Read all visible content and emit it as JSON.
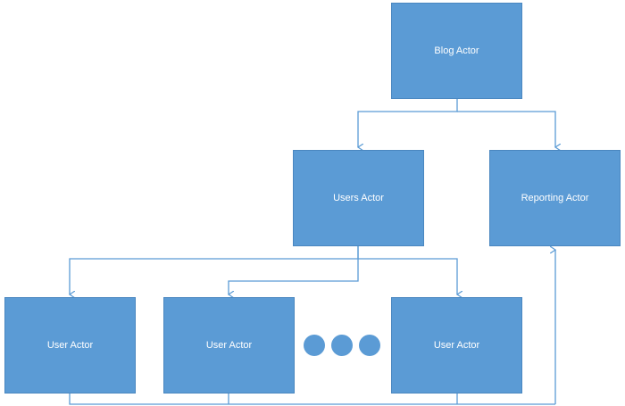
{
  "diagram": {
    "nodes": {
      "blog": {
        "label": "Blog Actor"
      },
      "users": {
        "label": "Users Actor"
      },
      "reporting": {
        "label": "Reporting Actor"
      },
      "user1": {
        "label": "User Actor"
      },
      "user2": {
        "label": "User Actor"
      },
      "user3": {
        "label": "User Actor"
      }
    },
    "edges": [
      {
        "from": "Blog Actor",
        "to": "Users Actor"
      },
      {
        "from": "Blog Actor",
        "to": "Reporting Actor"
      },
      {
        "from": "Users Actor",
        "to": "User Actor"
      },
      {
        "from": "Users Actor",
        "to": "User Actor"
      },
      {
        "from": "Users Actor",
        "to": "User Actor"
      },
      {
        "from": "User Actor",
        "to": "Reporting Actor"
      }
    ],
    "colors": {
      "box_fill": "#5b9bd5",
      "connector": "#5b9bd5",
      "text": "#ffffff"
    }
  }
}
